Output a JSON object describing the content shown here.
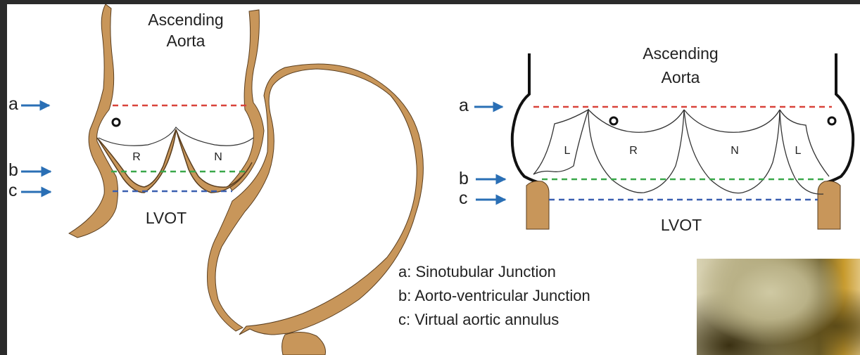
{
  "left_diagram": {
    "title_line1": "Ascending",
    "title_line2": "Aorta",
    "cusp_r": "R",
    "cusp_n": "N",
    "lvot": "LVOT",
    "marker_a": "a",
    "marker_b": "b",
    "marker_c": "c"
  },
  "right_diagram": {
    "title_line1": "Ascending",
    "title_line2": "Aorta",
    "cusp_l1": "L",
    "cusp_r": "R",
    "cusp_n": "N",
    "cusp_l2": "L",
    "lvot": "LVOT",
    "marker_a": "a",
    "marker_b": "b",
    "marker_c": "c"
  },
  "legend": {
    "a": "a: Sinotubular Junction",
    "b": "b: Aorto-ventricular Junction",
    "c": "c: Virtual aortic annulus"
  },
  "colors": {
    "tissue": "#c8965a",
    "line_a": "#d9433b",
    "line_b": "#3aa84a",
    "line_c": "#3a5fb0",
    "arrow": "#2a6fb5"
  }
}
